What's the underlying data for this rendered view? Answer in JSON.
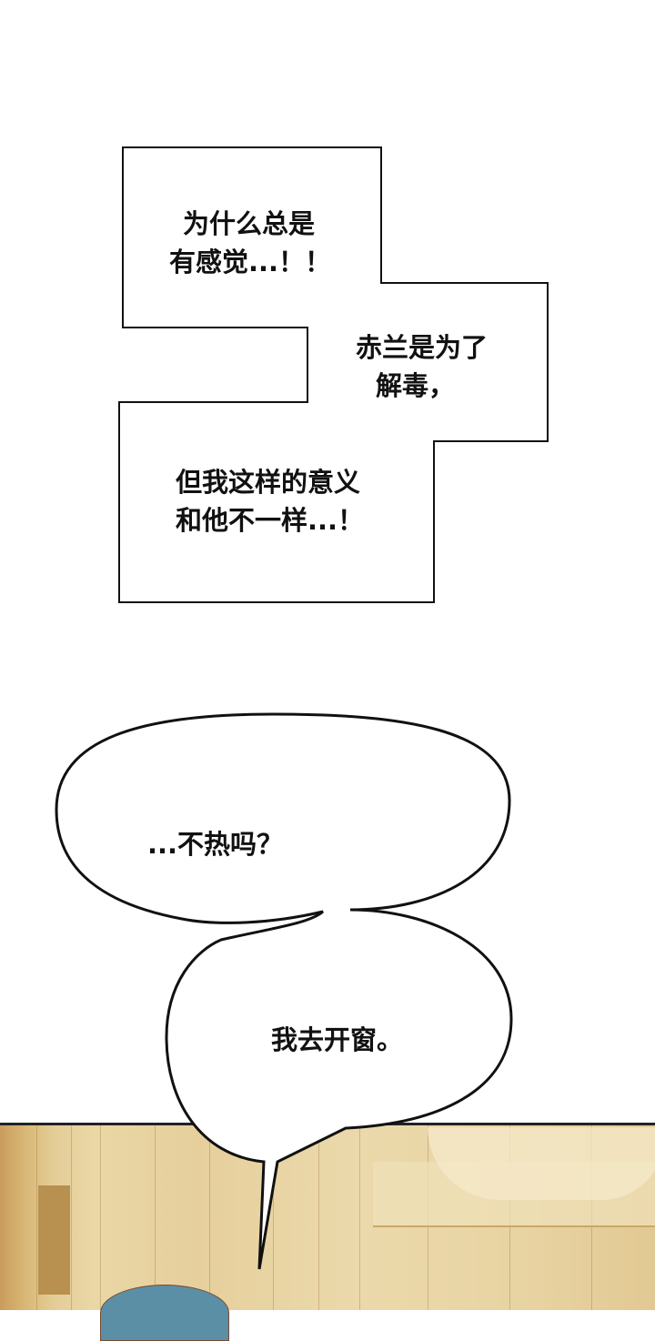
{
  "narration_box": {
    "line1": "为什么总是",
    "line2": "有感觉...！！",
    "line3": "赤兰是为了",
    "line4": "解毒，",
    "line5": "但我这样的意义",
    "line6": "和他不一样...！"
  },
  "speech_bubble": {
    "line1": "...不热吗？",
    "line2": "我去开窗。"
  },
  "colors": {
    "panel_bg": "#e8d3a2",
    "cloth": "#5b8fa6"
  }
}
